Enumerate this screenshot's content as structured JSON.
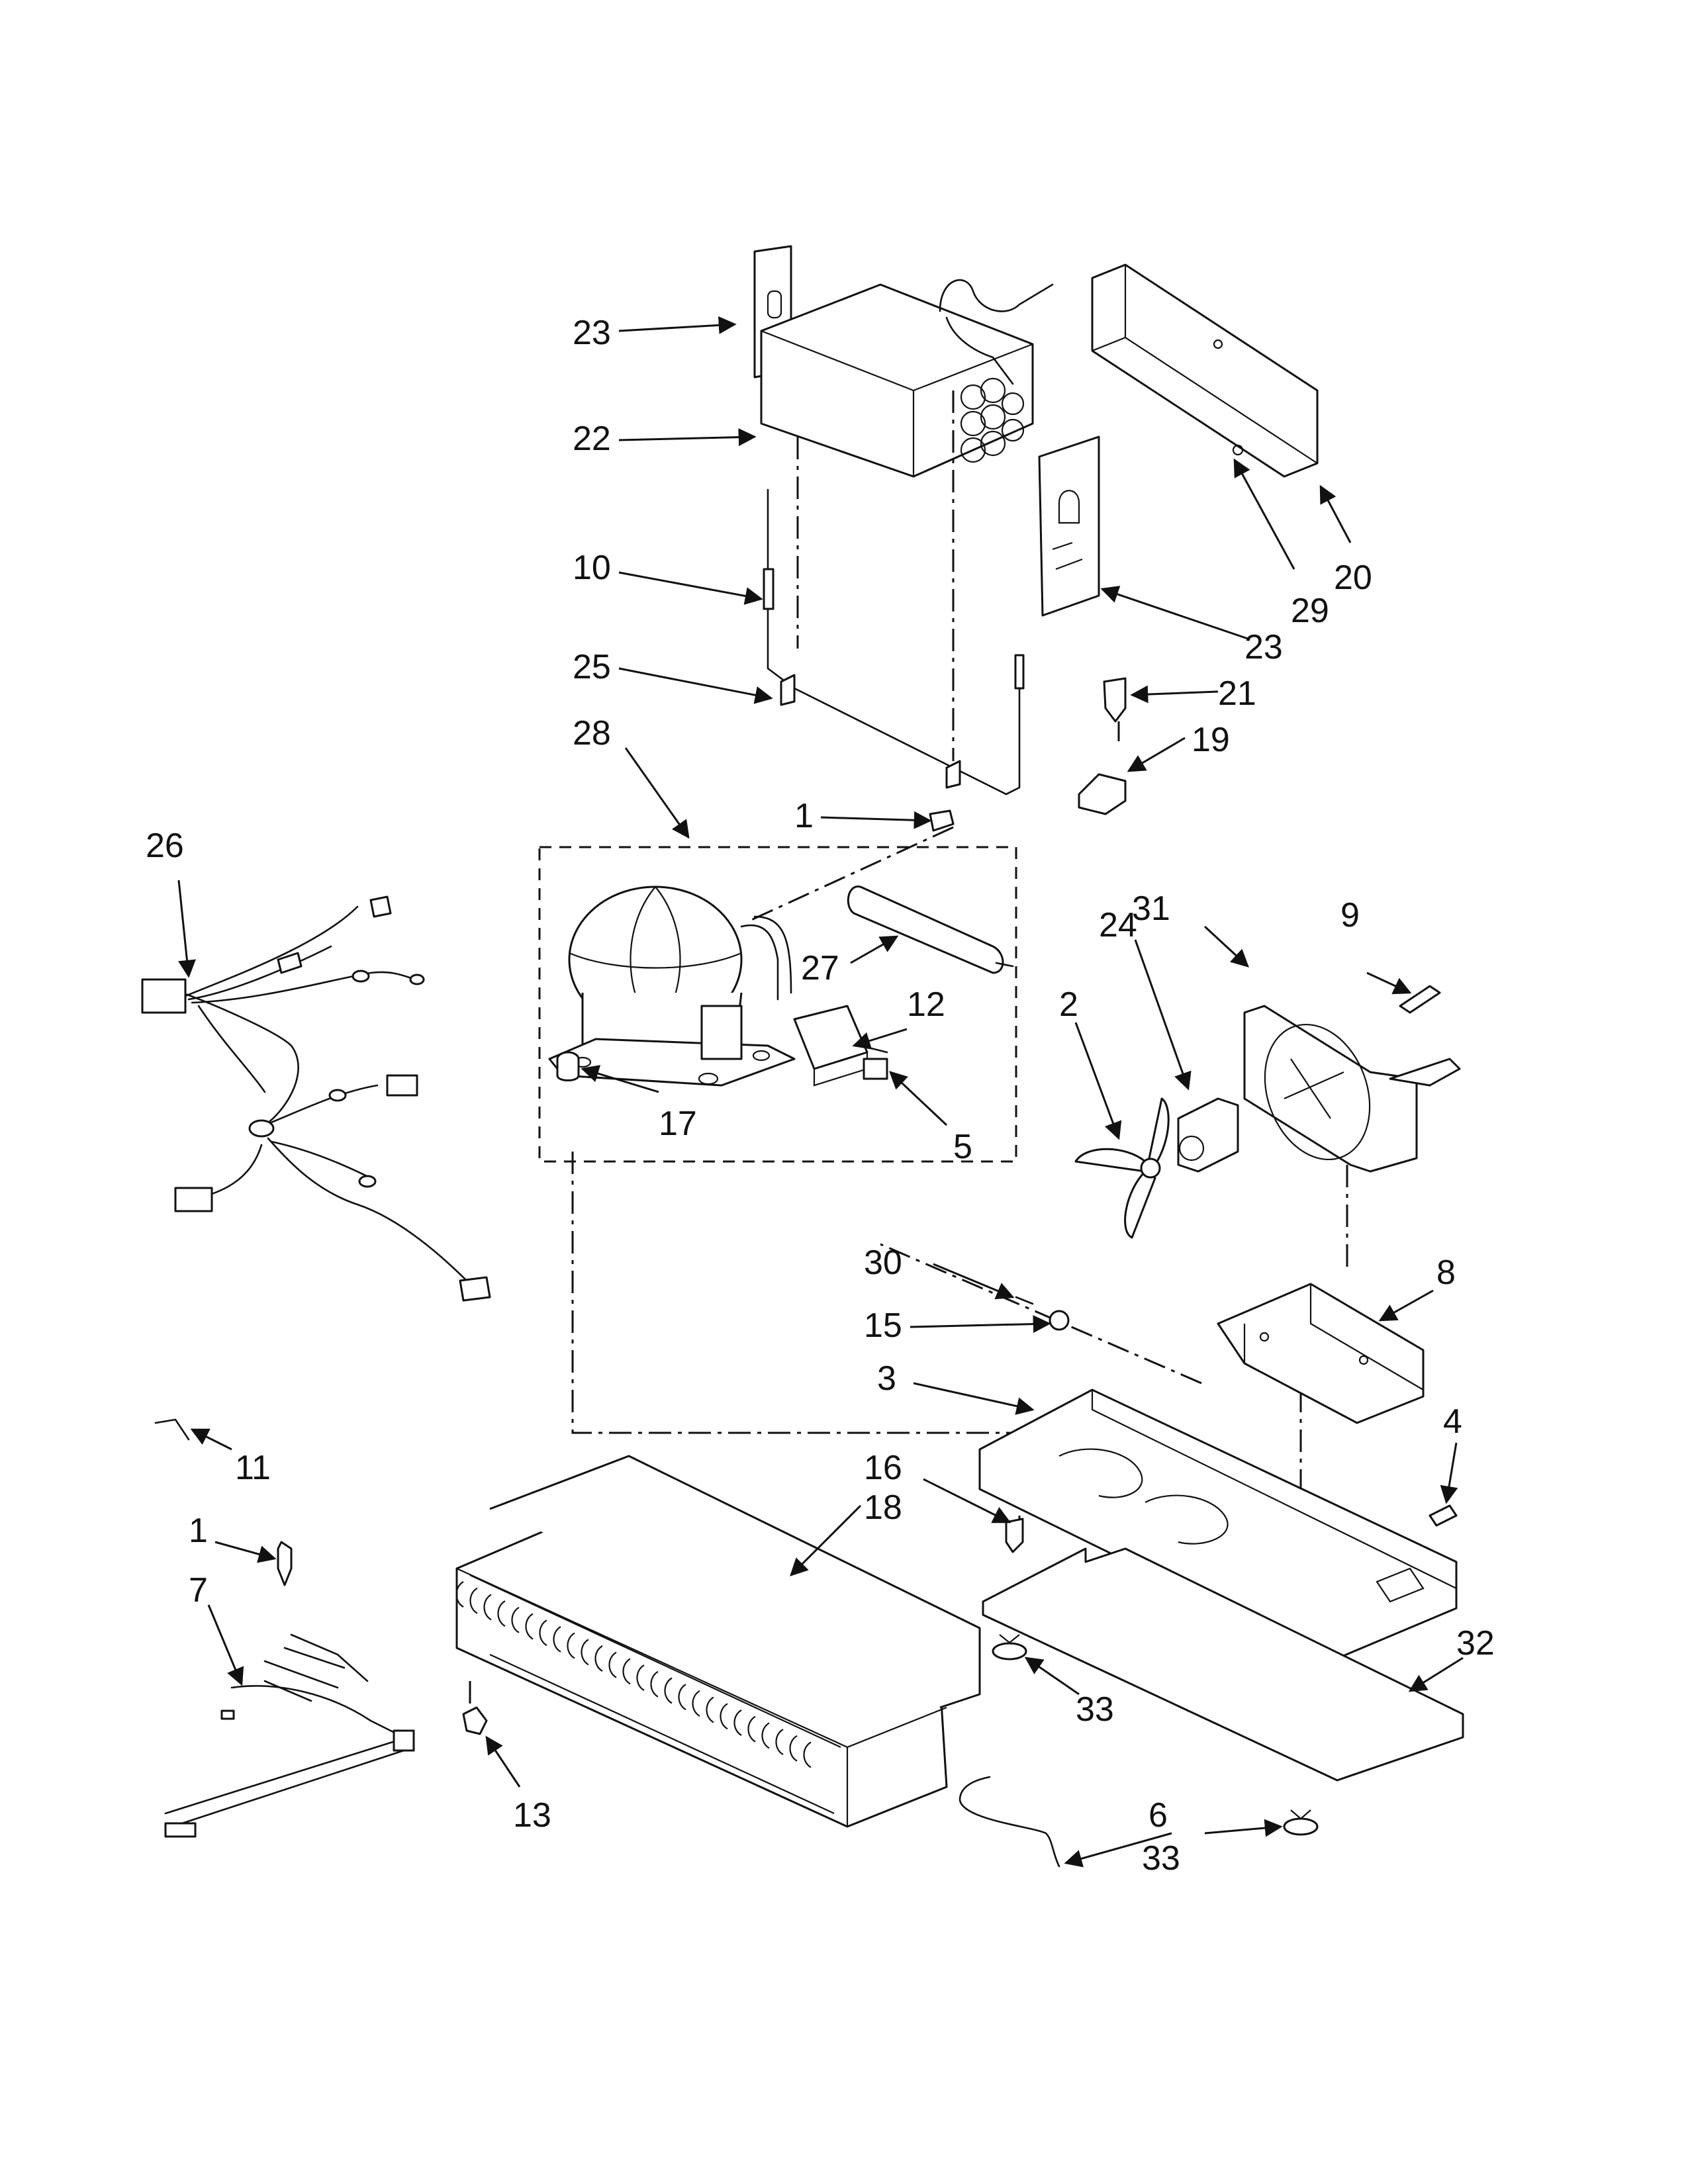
{
  "callouts": {
    "c1a": "1",
    "c1b": "1",
    "c2": "2",
    "c3": "3",
    "c4": "4",
    "c5": "5",
    "c6": "6",
    "c7": "7",
    "c8": "8",
    "c9": "9",
    "c10": "10",
    "c11": "11",
    "c12": "12",
    "c13": "13",
    "c15": "15",
    "c16": "16",
    "c17": "17",
    "c18": "18",
    "c19": "19",
    "c20": "20",
    "c21": "21",
    "c22": "22",
    "c23a": "23",
    "c23b": "23",
    "c24": "24",
    "c25": "25",
    "c26": "26",
    "c27": "27",
    "c28": "28",
    "c29": "29",
    "c30": "30",
    "c31": "31",
    "c32": "32",
    "c33a": "33",
    "c33b": "33"
  },
  "colors": {
    "line": "#111111",
    "background": "#ffffff"
  }
}
